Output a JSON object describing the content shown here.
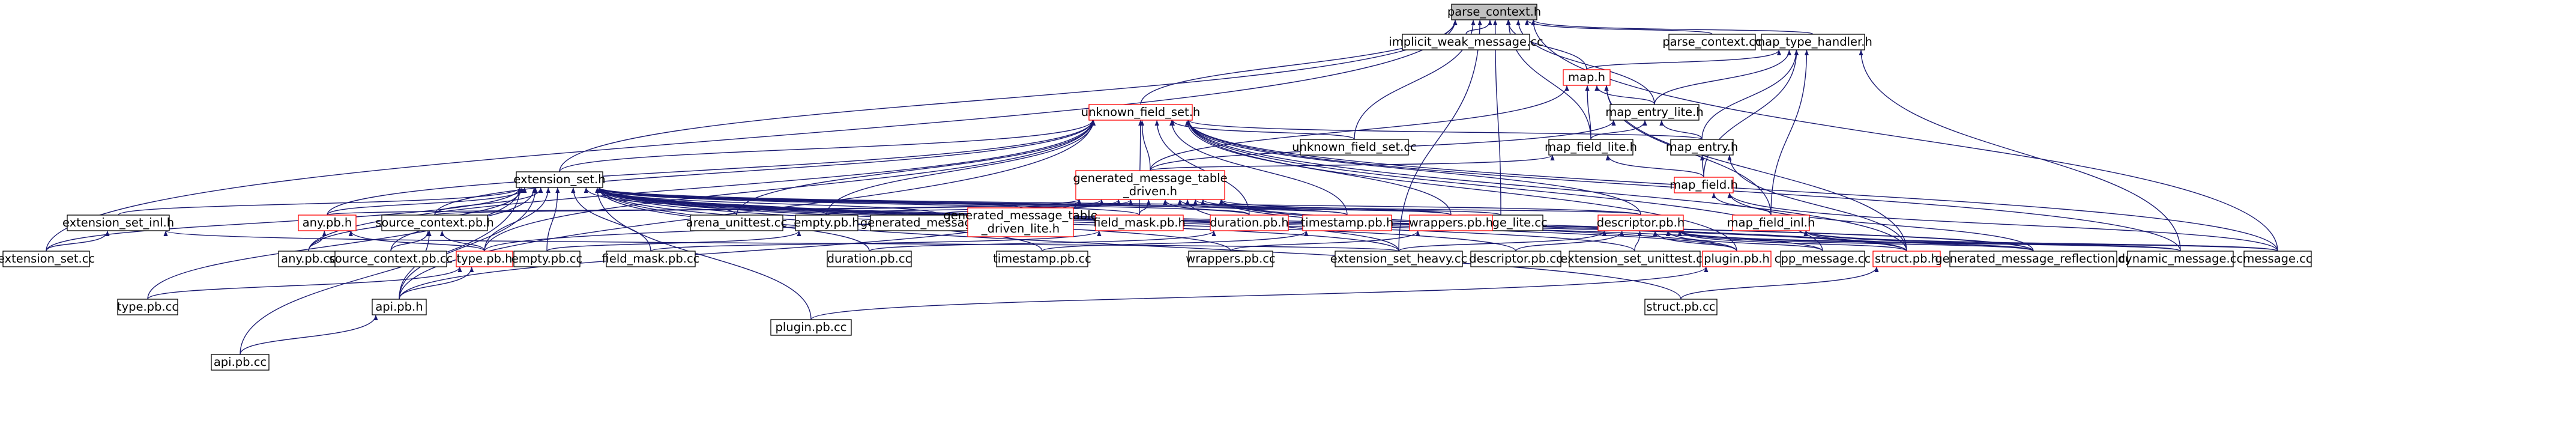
{
  "colors": {
    "edge": "#191970",
    "border_included": "#000000",
    "border_truncated": "#ff0000",
    "focus_fill": "#bfbfbf",
    "node_fill": "#ffffff"
  },
  "nodes": [
    {
      "id": "parse_context",
      "label": "parse_context.h",
      "status": "focus"
    },
    {
      "id": "implicit_weak",
      "label": "implicit_weak_message.cc",
      "status": "included"
    },
    {
      "id": "parse_context_cc",
      "label": "parse_context.cc",
      "status": "included"
    },
    {
      "id": "map_type_handler",
      "label": "map_type_handler.h",
      "status": "included"
    },
    {
      "id": "map_h",
      "label": "map.h",
      "status": "truncated"
    },
    {
      "id": "unknown_field_set",
      "label": "unknown_field_set.h",
      "status": "truncated"
    },
    {
      "id": "map_entry_lite",
      "label": "map_entry_lite.h",
      "status": "included"
    },
    {
      "id": "unknown_field_set_cc",
      "label": "unknown_field_set.cc",
      "status": "included"
    },
    {
      "id": "map_entry",
      "label": "map_entry.h",
      "status": "included"
    },
    {
      "id": "map_field_lite",
      "label": "map_field_lite.h",
      "status": "included"
    },
    {
      "id": "gen_msg_table",
      "label": "generated_message_table_driven.h",
      "status": "truncated"
    },
    {
      "id": "map_field",
      "label": "map_field.h",
      "status": "truncated"
    },
    {
      "id": "extension_set",
      "label": "extension_set.h",
      "status": "included"
    },
    {
      "id": "map_field_inl",
      "label": "map_field_inl.h",
      "status": "truncated"
    },
    {
      "id": "message_lite_cc",
      "label": "message_lite.cc",
      "status": "included"
    },
    {
      "id": "extension_set_inl",
      "label": "extension_set_inl.h",
      "status": "included"
    },
    {
      "id": "any_pb_h",
      "label": "any.pb.h",
      "status": "truncated"
    },
    {
      "id": "source_context_pb_h",
      "label": "source_context.pb.h",
      "status": "included"
    },
    {
      "id": "arena_unittest",
      "label": "arena_unittest.cc",
      "status": "included"
    },
    {
      "id": "empty_pb_h",
      "label": "empty.pb.h",
      "status": "included"
    },
    {
      "id": "gen_msg_util",
      "label": "generated_message_util.cc",
      "status": "included"
    },
    {
      "id": "gen_msg_table_lite",
      "label": "generated_message_table_driven_lite.h",
      "status": "truncated"
    },
    {
      "id": "field_mask_pb_h",
      "label": "field_mask.pb.h",
      "status": "truncated"
    },
    {
      "id": "duration_pb_h",
      "label": "duration.pb.h",
      "status": "truncated"
    },
    {
      "id": "timestamp_pb_h",
      "label": "timestamp.pb.h",
      "status": "truncated"
    },
    {
      "id": "wrappers_pb_h",
      "label": "wrappers.pb.h",
      "status": "truncated"
    },
    {
      "id": "descriptor_pb_h",
      "label": "descriptor.pb.h",
      "status": "truncated"
    },
    {
      "id": "extension_set_cc",
      "label": "extension_set.cc",
      "status": "included"
    },
    {
      "id": "any_pb_cc",
      "label": "any.pb.cc",
      "status": "included"
    },
    {
      "id": "source_context_pb_cc",
      "label": "source_context.pb.cc",
      "status": "included"
    },
    {
      "id": "type_pb_h",
      "label": "type.pb.h",
      "status": "truncated"
    },
    {
      "id": "empty_pb_cc",
      "label": "empty.pb.cc",
      "status": "included"
    },
    {
      "id": "field_mask_pb_cc",
      "label": "field_mask.pb.cc",
      "status": "included"
    },
    {
      "id": "duration_pb_cc",
      "label": "duration.pb.cc",
      "status": "included"
    },
    {
      "id": "timestamp_pb_cc",
      "label": "timestamp.pb.cc",
      "status": "included"
    },
    {
      "id": "wrappers_pb_cc",
      "label": "wrappers.pb.cc",
      "status": "included"
    },
    {
      "id": "extension_set_heavy",
      "label": "extension_set_heavy.cc",
      "status": "included"
    },
    {
      "id": "descriptor_pb_cc",
      "label": "descriptor.pb.cc",
      "status": "included"
    },
    {
      "id": "extension_set_unittest",
      "label": "extension_set_unittest.cc",
      "status": "included"
    },
    {
      "id": "plugin_pb_h",
      "label": "plugin.pb.h",
      "status": "truncated"
    },
    {
      "id": "cpp_message",
      "label": "cpp_message.cc",
      "status": "included"
    },
    {
      "id": "struct_pb_h",
      "label": "struct.pb.h",
      "status": "truncated"
    },
    {
      "id": "gen_msg_reflection",
      "label": "generated_message_reflection.cc",
      "status": "included"
    },
    {
      "id": "dynamic_message",
      "label": "dynamic_message.cc",
      "status": "included"
    },
    {
      "id": "message_cc",
      "label": "message.cc",
      "status": "included"
    },
    {
      "id": "type_pb_cc",
      "label": "type.pb.cc",
      "status": "included"
    },
    {
      "id": "api_pb_h",
      "label": "api.pb.h",
      "status": "included"
    },
    {
      "id": "plugin_pb_cc",
      "label": "plugin.pb.cc",
      "status": "included"
    },
    {
      "id": "struct_pb_cc",
      "label": "struct.pb.cc",
      "status": "included"
    },
    {
      "id": "api_pb_cc",
      "label": "api.pb.cc",
      "status": "included"
    }
  ],
  "edges": [
    [
      "implicit_weak",
      "parse_context"
    ],
    [
      "parse_context_cc",
      "parse_context"
    ],
    [
      "map_type_handler",
      "parse_context"
    ],
    [
      "map_h",
      "parse_context"
    ],
    [
      "unknown_field_set",
      "parse_context"
    ],
    [
      "map_entry_lite",
      "parse_context"
    ],
    [
      "unknown_field_set_cc",
      "parse_context"
    ],
    [
      "map_field_lite",
      "parse_context"
    ],
    [
      "extension_set",
      "parse_context"
    ],
    [
      "message_lite_cc",
      "parse_context"
    ],
    [
      "extension_set_cc",
      "parse_context"
    ],
    [
      "extension_set_heavy",
      "parse_context"
    ],
    [
      "message_cc",
      "parse_context"
    ],
    [
      "map_h",
      "map_type_handler"
    ],
    [
      "map_entry_lite",
      "map_type_handler"
    ],
    [
      "map_entry",
      "map_type_handler"
    ],
    [
      "map_field",
      "map_type_handler"
    ],
    [
      "map_field_inl",
      "map_type_handler"
    ],
    [
      "dynamic_message",
      "map_type_handler"
    ],
    [
      "map_entry_lite",
      "map_h"
    ],
    [
      "map_field_lite",
      "map_h"
    ],
    [
      "gen_msg_table",
      "map_h"
    ],
    [
      "map_field_inl",
      "map_h"
    ],
    [
      "struct_pb_h",
      "map_h"
    ],
    [
      "map_entry",
      "map_entry_lite"
    ],
    [
      "map_field_lite",
      "map_entry_lite"
    ],
    [
      "gen_msg_table",
      "map_entry_lite"
    ],
    [
      "map_field",
      "map_entry"
    ],
    [
      "struct_pb_h",
      "map_entry"
    ],
    [
      "map_field",
      "map_field_lite"
    ],
    [
      "gen_msg_table",
      "map_field_lite"
    ],
    [
      "map_field_inl",
      "map_field"
    ],
    [
      "gen_msg_reflection",
      "map_field"
    ],
    [
      "message_cc",
      "map_field"
    ],
    [
      "gen_msg_reflection",
      "map_field_inl"
    ],
    [
      "dynamic_message",
      "map_field_inl"
    ],
    [
      "message_cc",
      "map_field_inl"
    ],
    [
      "unknown_field_set_cc",
      "unknown_field_set"
    ],
    [
      "map_entry",
      "unknown_field_set"
    ],
    [
      "gen_msg_table",
      "unknown_field_set"
    ],
    [
      "extension_set",
      "unknown_field_set"
    ],
    [
      "any_pb_h",
      "unknown_field_set"
    ],
    [
      "source_context_pb_h",
      "unknown_field_set"
    ],
    [
      "empty_pb_h",
      "unknown_field_set"
    ],
    [
      "field_mask_pb_h",
      "unknown_field_set"
    ],
    [
      "duration_pb_h",
      "unknown_field_set"
    ],
    [
      "timestamp_pb_h",
      "unknown_field_set"
    ],
    [
      "wrappers_pb_h",
      "unknown_field_set"
    ],
    [
      "descriptor_pb_h",
      "unknown_field_set"
    ],
    [
      "arena_unittest",
      "unknown_field_set"
    ],
    [
      "type_pb_h",
      "unknown_field_set"
    ],
    [
      "plugin_pb_h",
      "unknown_field_set"
    ],
    [
      "struct_pb_h",
      "unknown_field_set"
    ],
    [
      "cpp_message",
      "unknown_field_set"
    ],
    [
      "api_pb_h",
      "unknown_field_set"
    ],
    [
      "dynamic_message",
      "unknown_field_set"
    ],
    [
      "message_cc",
      "unknown_field_set"
    ],
    [
      "any_pb_cc",
      "unknown_field_set"
    ],
    [
      "gen_msg_table_lite",
      "gen_msg_table"
    ],
    [
      "field_mask_pb_h",
      "gen_msg_table"
    ],
    [
      "duration_pb_h",
      "gen_msg_table"
    ],
    [
      "timestamp_pb_h",
      "gen_msg_table"
    ],
    [
      "wrappers_pb_h",
      "gen_msg_table"
    ],
    [
      "descriptor_pb_h",
      "gen_msg_table"
    ],
    [
      "message_lite_cc",
      "gen_msg_table"
    ],
    [
      "empty_pb_h",
      "gen_msg_table"
    ],
    [
      "source_context_pb_h",
      "gen_msg_table"
    ],
    [
      "any_pb_h",
      "gen_msg_table"
    ],
    [
      "gen_msg_util",
      "gen_msg_table"
    ],
    [
      "extension_set_heavy",
      "gen_msg_table"
    ],
    [
      "plugin_pb_h",
      "gen_msg_table"
    ],
    [
      "struct_pb_h",
      "gen_msg_table"
    ],
    [
      "gen_msg_reflection",
      "gen_msg_table"
    ],
    [
      "type_pb_h",
      "gen_msg_table"
    ],
    [
      "api_pb_h",
      "gen_msg_table"
    ],
    [
      "extension_set_inl",
      "extension_set"
    ],
    [
      "extension_set_cc",
      "extension_set"
    ],
    [
      "any_pb_h",
      "extension_set"
    ],
    [
      "source_context_pb_h",
      "extension_set"
    ],
    [
      "arena_unittest",
      "extension_set"
    ],
    [
      "empty_pb_h",
      "extension_set"
    ],
    [
      "gen_msg_util",
      "extension_set"
    ],
    [
      "gen_msg_table_lite",
      "extension_set"
    ],
    [
      "field_mask_pb_h",
      "extension_set"
    ],
    [
      "duration_pb_h",
      "extension_set"
    ],
    [
      "timestamp_pb_h",
      "extension_set"
    ],
    [
      "wrappers_pb_h",
      "extension_set"
    ],
    [
      "descriptor_pb_h",
      "extension_set"
    ],
    [
      "type_pb_h",
      "extension_set"
    ],
    [
      "type_pb_cc",
      "extension_set"
    ],
    [
      "api_pb_h",
      "extension_set"
    ],
    [
      "api_pb_cc",
      "extension_set"
    ],
    [
      "any_pb_cc",
      "extension_set"
    ],
    [
      "source_context_pb_cc",
      "extension_set"
    ],
    [
      "empty_pb_cc",
      "extension_set"
    ],
    [
      "field_mask_pb_cc",
      "extension_set"
    ],
    [
      "duration_pb_cc",
      "extension_set"
    ],
    [
      "timestamp_pb_cc",
      "extension_set"
    ],
    [
      "wrappers_pb_cc",
      "extension_set"
    ],
    [
      "extension_set_heavy",
      "extension_set"
    ],
    [
      "descriptor_pb_cc",
      "extension_set"
    ],
    [
      "extension_set_unittest",
      "extension_set"
    ],
    [
      "plugin_pb_h",
      "extension_set"
    ],
    [
      "cpp_message",
      "extension_set"
    ],
    [
      "struct_pb_h",
      "extension_set"
    ],
    [
      "gen_msg_reflection",
      "extension_set"
    ],
    [
      "plugin_pb_cc",
      "extension_set"
    ],
    [
      "struct_pb_cc",
      "extension_set"
    ],
    [
      "extension_set_cc",
      "extension_set_inl"
    ],
    [
      "extension_set_heavy",
      "extension_set_inl"
    ],
    [
      "any_pb_cc",
      "any_pb_h"
    ],
    [
      "type_pb_h",
      "any_pb_h"
    ],
    [
      "source_context_pb_cc",
      "source_context_pb_h"
    ],
    [
      "type_pb_h",
      "source_context_pb_h"
    ],
    [
      "api_pb_h",
      "source_context_pb_h"
    ],
    [
      "empty_pb_cc",
      "empty_pb_h"
    ],
    [
      "field_mask_pb_cc",
      "field_mask_pb_h"
    ],
    [
      "duration_pb_cc",
      "duration_pb_h"
    ],
    [
      "timestamp_pb_cc",
      "timestamp_pb_h"
    ],
    [
      "wrappers_pb_cc",
      "wrappers_pb_h"
    ],
    [
      "descriptor_pb_cc",
      "descriptor_pb_h"
    ],
    [
      "extension_set_heavy",
      "descriptor_pb_h"
    ],
    [
      "extension_set_unittest",
      "descriptor_pb_h"
    ],
    [
      "plugin_pb_h",
      "descriptor_pb_h"
    ],
    [
      "cpp_message",
      "descriptor_pb_h"
    ],
    [
      "gen_msg_reflection",
      "descriptor_pb_h"
    ],
    [
      "dynamic_message",
      "descriptor_pb_h"
    ],
    [
      "message_cc",
      "descriptor_pb_h"
    ],
    [
      "struct_pb_h",
      "descriptor_pb_h"
    ],
    [
      "type_pb_cc",
      "type_pb_h"
    ],
    [
      "api_pb_h",
      "type_pb_h"
    ],
    [
      "plugin_pb_cc",
      "plugin_pb_h"
    ],
    [
      "struct_pb_cc",
      "struct_pb_h"
    ],
    [
      "api_pb_cc",
      "api_pb_h"
    ]
  ]
}
